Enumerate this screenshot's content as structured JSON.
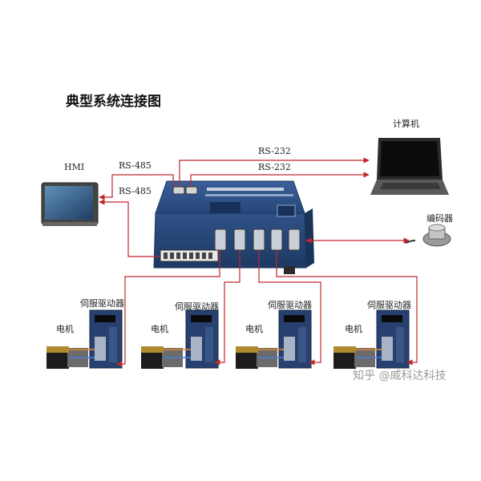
{
  "diagram": {
    "title": "典型系统连接图",
    "labels": {
      "hmi": "HMI",
      "computer": "计算机",
      "encoder": "编码器",
      "rs485_top": "RS-485",
      "rs485_bottom": "RS-485",
      "rs232_top": "RS-232",
      "rs232_bottom": "RS-232"
    },
    "drives": [
      {
        "drive_label": "伺服驱动器",
        "motor_label": "电机"
      },
      {
        "drive_label": "伺服驱动器",
        "motor_label": "电机"
      },
      {
        "drive_label": "伺服驱动器",
        "motor_label": "电机"
      },
      {
        "drive_label": "伺服驱动器",
        "motor_label": "电机"
      }
    ],
    "watermark": "知乎 @威科达科技",
    "colors": {
      "wire": "#c0282d",
      "controller": "#2a4c80",
      "drive": "#27406f"
    }
  }
}
